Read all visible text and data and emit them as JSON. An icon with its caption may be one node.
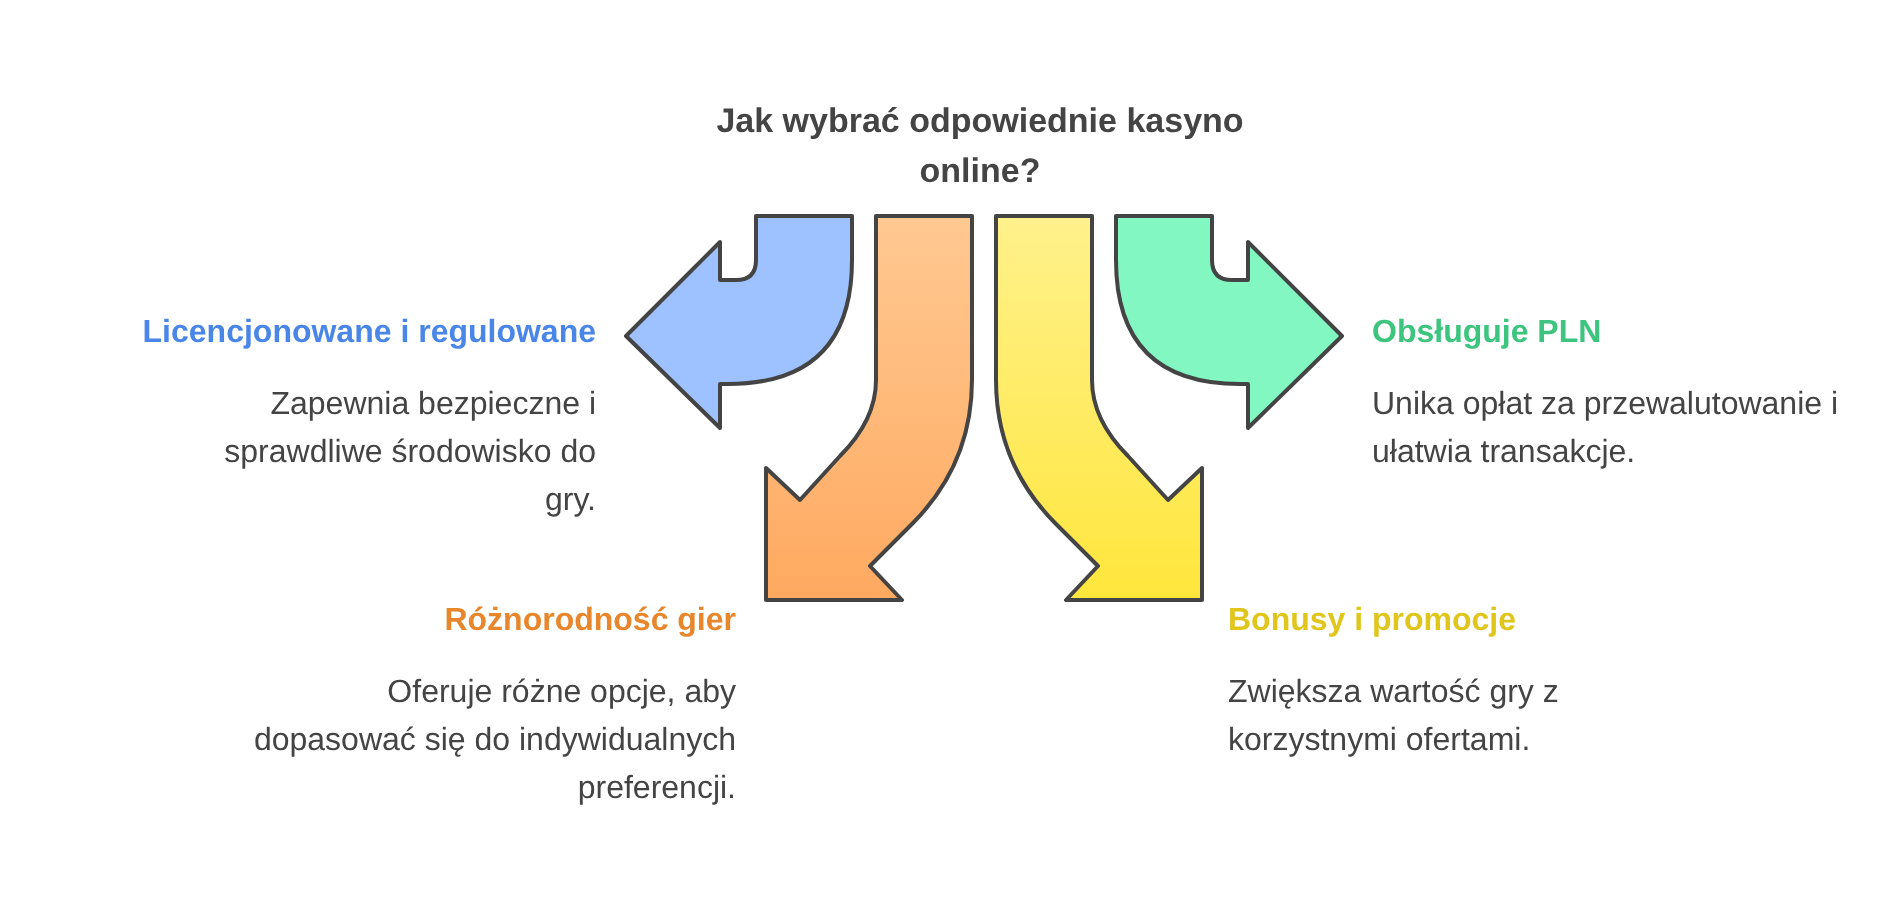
{
  "diagram": {
    "title": "Jak wybrać odpowiednie kasyno online?",
    "nodes": [
      {
        "text": [],
        "shape": "arrow"
      },
      {
        "text": [],
        "shape": "arrow"
      },
      {
        "text": [],
        "shape": "arrow"
      },
      {
        "text": [],
        "shape": "arrow"
      },
      {
        "text": [
          "Licencjonowane i regulowane",
          "Zapewnia bezpieczne i sprawdliwe środowisko do gry."
        ]
      },
      {
        "text": [
          "Obsługuje PLN",
          "Unika opłat za przewalutowanie i ułatwia transakcje."
        ]
      },
      {
        "text": [
          "Różnorodność gier",
          "Oferuje różne opcje, aby dopasować się do indywidualnych preferencji."
        ]
      },
      {
        "text": [
          "Bonusy i promocje",
          "Zwiększa wartość gry z korzystnymi ofertami."
        ]
      }
    ]
  }
}
